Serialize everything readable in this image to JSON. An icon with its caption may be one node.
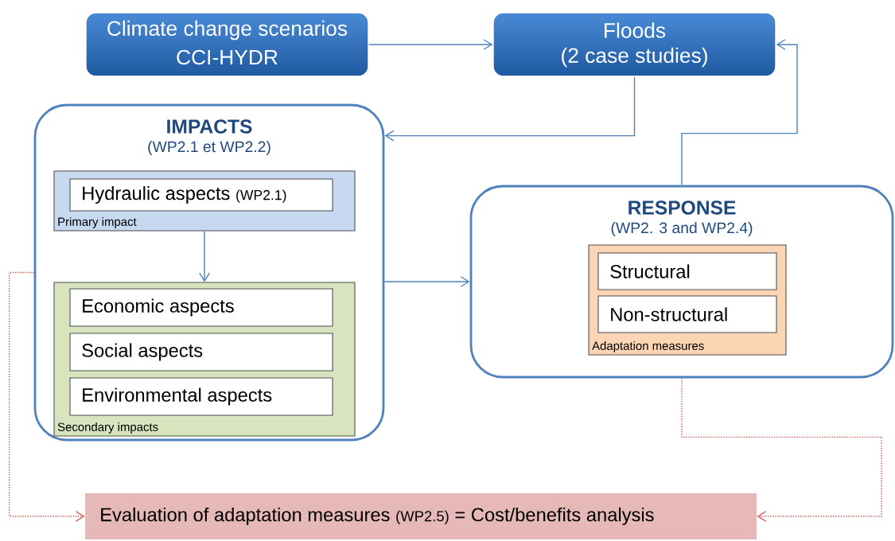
{
  "diagram": {
    "nodes": [
      {
        "text": [
          "Climate change scenarios",
          "CCI-HYDR"
        ]
      },
      {
        "text": [
          "Floods",
          "(2 case studies)"
        ]
      },
      {
        "text": [
          "IMPACTS",
          "(WP2.1 et WP2.2)"
        ]
      },
      {
        "text": [
          "Primary impact"
        ],
        "in": 2
      },
      {
        "text": [
          "Hydraulic aspects",
          "(WP2.1)"
        ],
        "in": 3
      },
      {
        "text": [
          "Secondary impacts"
        ],
        "in": 2
      },
      {
        "text": [
          "Economic aspects"
        ],
        "in": 5
      },
      {
        "text": [
          "Social aspects"
        ],
        "in": 5
      },
      {
        "text": [
          "Environmental aspects"
        ],
        "in": 5
      },
      {
        "text": [
          "RESPONSE",
          "(WP2. 3 and WP2.4)"
        ]
      },
      {
        "text": [
          "Adaptation measures"
        ],
        "in": 9
      },
      {
        "text": [
          "Structural"
        ],
        "in": 10
      },
      {
        "text": [
          "Non-structural"
        ],
        "in": 10
      },
      {
        "text": [
          "Evaluation of adaptation measures",
          "(WP2.5)",
          "= Cost/benefits analysis"
        ]
      }
    ],
    "edges": [
      {
        "from": 0,
        "to": 1,
        "arrow": "to"
      },
      {
        "from": 1,
        "to": 2,
        "arrow": "to"
      },
      {
        "from": 9,
        "to": 1,
        "arrow": "to"
      },
      {
        "from": 3,
        "to": 5,
        "arrow": "to"
      },
      {
        "from": 2,
        "to": 9,
        "arrow": "to"
      },
      {
        "from": 2,
        "to": 13,
        "arrow": "to",
        "style": "dashed",
        "color": "#d9534f"
      },
      {
        "from": 9,
        "to": 13,
        "arrow": "to",
        "style": "dashed",
        "color": "#d9534f"
      }
    ]
  }
}
